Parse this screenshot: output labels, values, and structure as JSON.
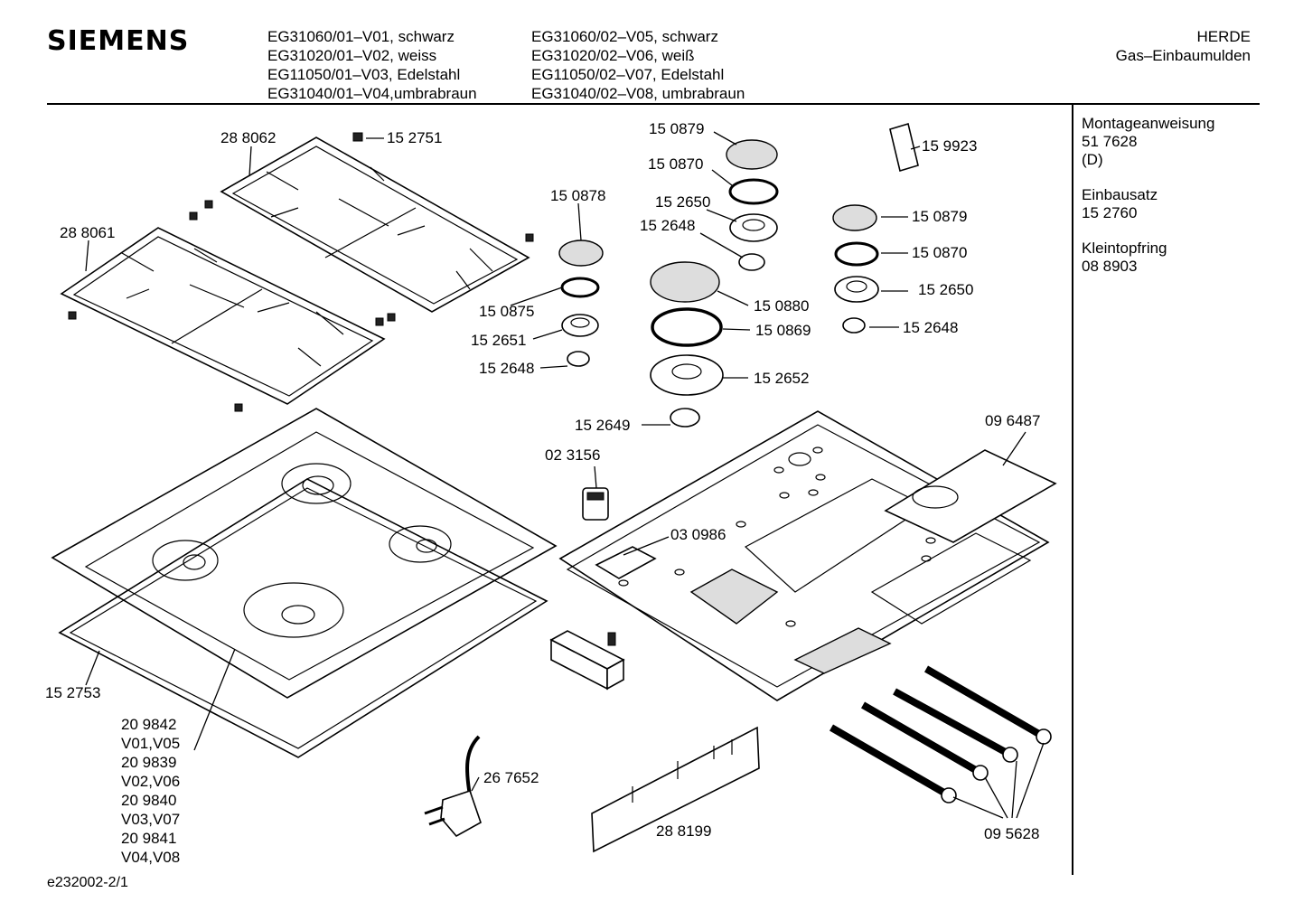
{
  "header": {
    "brand": "SIEMENS",
    "models_col1": [
      "EG31060/01–V01, schwarz",
      "EG31020/01–V02, weiss",
      "EG11050/01–V03, Edelstahl",
      "EG31040/01–V04,umbrabraun"
    ],
    "models_col2": [
      "EG31060/02–V05, schwarz",
      "EG31020/02–V06, weiß",
      "EG11050/02–V07, Edelstahl",
      "EG31040/02–V08, umbrabraun"
    ],
    "category": "HERDE",
    "subcategory": "Gas–Einbaumulden"
  },
  "sidebar": {
    "groups": [
      {
        "title": "Montageanweisung",
        "lines": [
          "51 7628",
          "(D)"
        ]
      },
      {
        "title": "Einbausatz",
        "lines": [
          "15 2760"
        ]
      },
      {
        "title": "Kleintopfring",
        "lines": [
          "08 8903"
        ]
      }
    ]
  },
  "parts": {
    "p288062": "28 8062",
    "p152751": "15 2751",
    "p288061": "28 8061",
    "p150878": "15 0878",
    "p150875": "15 0875",
    "p152651": "15 2651",
    "p152648a": "15 2648",
    "p150879a": "15 0879",
    "p150870a": "15 0870",
    "p152650a": "15 2650",
    "p152648b": "15 2648",
    "p150880": "15 0880",
    "p150869": "15 0869",
    "p152652": "15 2652",
    "p152649": "15 2649",
    "p159923": "15 9923",
    "p150879b": "15 0879",
    "p150870b": "15 0870",
    "p152650b": "15 2650",
    "p152648c": "15 2648",
    "p023156": "02 3156",
    "p096487": "09 6487",
    "p030986": "03 0986",
    "p152753": "15 2753",
    "p267652": "26 7652",
    "p288199": "28 8199",
    "p095628": "09 5628",
    "variants": [
      "20 9842",
      "V01,V05",
      "20 9839",
      "V02,V06",
      "20 9840",
      "V03,V07",
      "20 9841",
      "V04,V08"
    ]
  },
  "footer": {
    "diagram_id": "e232002-2/1"
  }
}
